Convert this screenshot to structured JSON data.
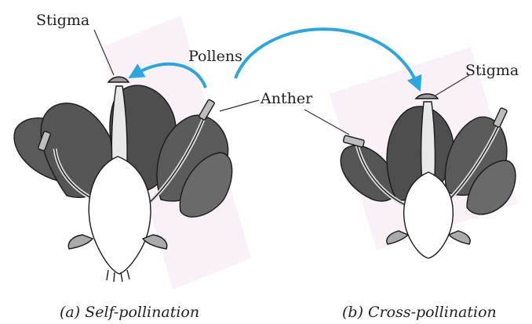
{
  "labels": {
    "stigma_left": "Stigma",
    "pollens": "Pollens",
    "anther": "Anther",
    "stigma_right": "Stigma"
  },
  "captions": {
    "self": "(a) Self-pollination",
    "cross": "(b) Cross-pollination"
  },
  "colors": {
    "arrow": "#29a8e0",
    "petal_dark": "#4d4d4d",
    "petal_mid": "#6b6b6b",
    "outline": "#1a1a1a",
    "watermark": "#f3e4f0"
  }
}
